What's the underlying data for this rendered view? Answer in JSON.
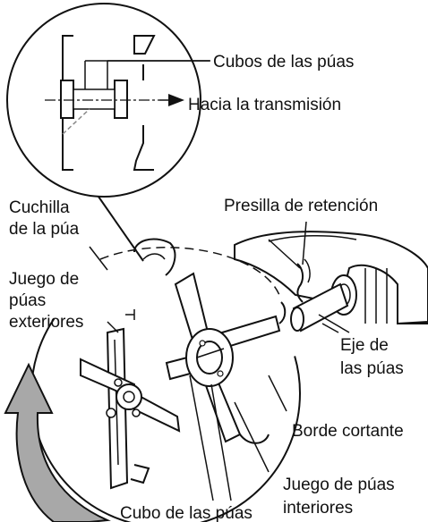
{
  "diagram": {
    "labels": {
      "hubs": "Cubos de las púas",
      "toward_transmission": "Hacia la transmisión",
      "blade_line1": "Cuchilla",
      "blade_line2": "de la púa",
      "retaining_clip": "Presilla de retención",
      "outer_set_line1": "Juego de",
      "outer_set_line2": "púas",
      "outer_set_line3": "exteriores",
      "shaft_line1": "Eje de",
      "shaft_line2": "las púas",
      "cutting_edge": "Borde cortante",
      "inner_set_line1": "Juego de púas",
      "inner_set_line2": "interiores",
      "hub": "Cubo de las púas"
    },
    "colors": {
      "line": "#111111",
      "arrow_fill": "#a8a8a8",
      "background": "#ffffff"
    }
  }
}
